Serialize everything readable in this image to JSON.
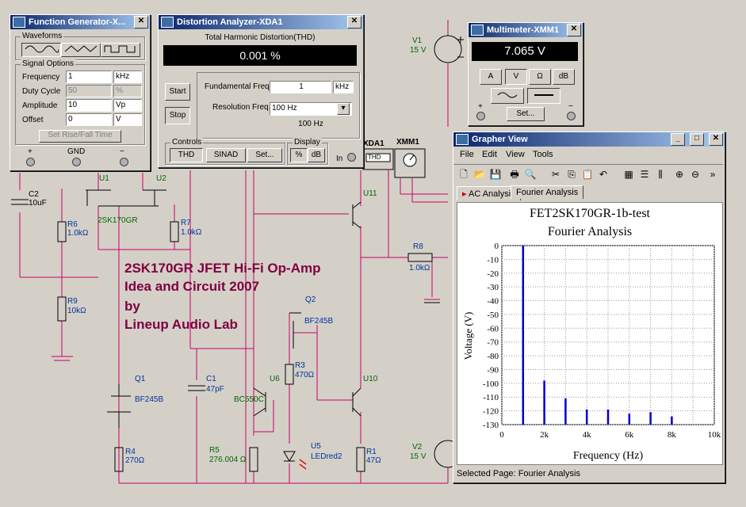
{
  "circuit": {
    "title_lines": [
      "2SK170GR  JFET Hi-Fi Op-Amp",
      "Idea and Circuit 2007",
      "by",
      "Lineup Audio Lab"
    ],
    "components": {
      "c2": {
        "ref": "C2",
        "value": "10uF"
      },
      "u1": {
        "ref": "U1"
      },
      "u2": {
        "ref": "U2"
      },
      "jfet_pair": "2SK170GR",
      "r6": {
        "ref": "R6",
        "value": "1.0kΩ"
      },
      "r7": {
        "ref": "R7",
        "value": "1.0kΩ"
      },
      "r9": {
        "ref": "R9",
        "value": "10kΩ"
      },
      "q1": {
        "ref": "Q1",
        "value": "BF245B"
      },
      "r4": {
        "ref": "R4",
        "value": "270Ω"
      },
      "c1": {
        "ref": "C1",
        "value": "47pF"
      },
      "r5": {
        "ref": "R5",
        "value": "276.004 Ω"
      },
      "q2": {
        "ref": "Q2",
        "value": "BF245B"
      },
      "r3": {
        "ref": "R3",
        "value": "470Ω"
      },
      "u6": {
        "ref": "U6",
        "value": "BC550C"
      },
      "u5": {
        "ref": "U5",
        "value": "LEDred2"
      },
      "u10": {
        "ref": "U10"
      },
      "r1": {
        "ref": "R1",
        "value": "47Ω"
      },
      "u11": {
        "ref": "U11"
      },
      "r8": {
        "ref": "R8",
        "value": "1.0kΩ"
      },
      "v1": {
        "ref": "V1",
        "value": "15 V"
      },
      "v2": {
        "ref": "V2",
        "value": "15 V"
      },
      "xda1": {
        "ref": "XDA1",
        "label": "THD"
      },
      "xmm1": {
        "ref": "XMM1"
      }
    }
  },
  "function_generator": {
    "title": "Function Generator-X...",
    "waveforms_label": "Waveforms",
    "signal_options_label": "Signal Options",
    "rows": [
      {
        "label": "Frequency",
        "value": "1",
        "unit": "kHz"
      },
      {
        "label": "Duty Cycle",
        "value": "50",
        "unit": "%"
      },
      {
        "label": "Amplitude",
        "value": "10",
        "unit": "Vp"
      },
      {
        "label": "Offset",
        "value": "0",
        "unit": "V"
      }
    ],
    "set_rise_fall": "Set Rise/Fall Time",
    "plus": "+",
    "gnd": "GND",
    "minus": "−"
  },
  "distortion_analyzer": {
    "title": "Distortion Analyzer-XDA1",
    "header": "Total Harmonic Distortion(THD)",
    "reading": "0.001 %",
    "start": "Start",
    "stop": "Stop",
    "fundamental_label": "Fundamental Freq.",
    "fundamental_value": "1",
    "fundamental_unit": "kHz",
    "resolution_label": "Resolution Freq.",
    "resolution_value": "100 Hz",
    "resolution_readout": "100 Hz",
    "controls_label": "Controls",
    "display_label": "Display",
    "thd_btn": "THD",
    "sinad_btn": "SINAD",
    "set_btn": "Set...",
    "pct_btn": "%",
    "db_btn": "dB",
    "in_label": "In"
  },
  "multimeter": {
    "title": "Multimeter-XMM1",
    "reading": "7.065 V",
    "mode_buttons": [
      "A",
      "V",
      "Ω",
      "dB"
    ],
    "set_btn": "Set...",
    "plus": "+",
    "minus": "−"
  },
  "grapher": {
    "title": "Grapher View",
    "menu": [
      "File",
      "Edit",
      "View",
      "Tools"
    ],
    "tabs": [
      "AC Analysis",
      "Fourier Analysis"
    ],
    "status_label": "Selected Page:",
    "status_value": "Fourier Analysis"
  },
  "chart_data": {
    "type": "bar",
    "title": "FET2SK170GR-1b-test",
    "subtitle": "Fourier Analysis",
    "xlabel": "Frequency (Hz)",
    "ylabel": "Voltage (V)",
    "xlim": [
      0,
      10000
    ],
    "ylim": [
      -130,
      0
    ],
    "x_ticks": [
      "0",
      "2k",
      "4k",
      "6k",
      "8k",
      "10k"
    ],
    "x_tick_values": [
      0,
      2000,
      4000,
      6000,
      8000,
      10000
    ],
    "y_ticks": [
      0,
      -10,
      -20,
      -30,
      -40,
      -50,
      -60,
      -70,
      -80,
      -90,
      -100,
      -110,
      -120,
      -130
    ],
    "grid": true,
    "bar_color": "#0000cc",
    "x": [
      1000,
      2000,
      3000,
      4000,
      5000,
      6000,
      7000,
      8000
    ],
    "values": [
      0,
      -98,
      -111,
      -119,
      -119,
      -122,
      -121,
      -124
    ]
  }
}
